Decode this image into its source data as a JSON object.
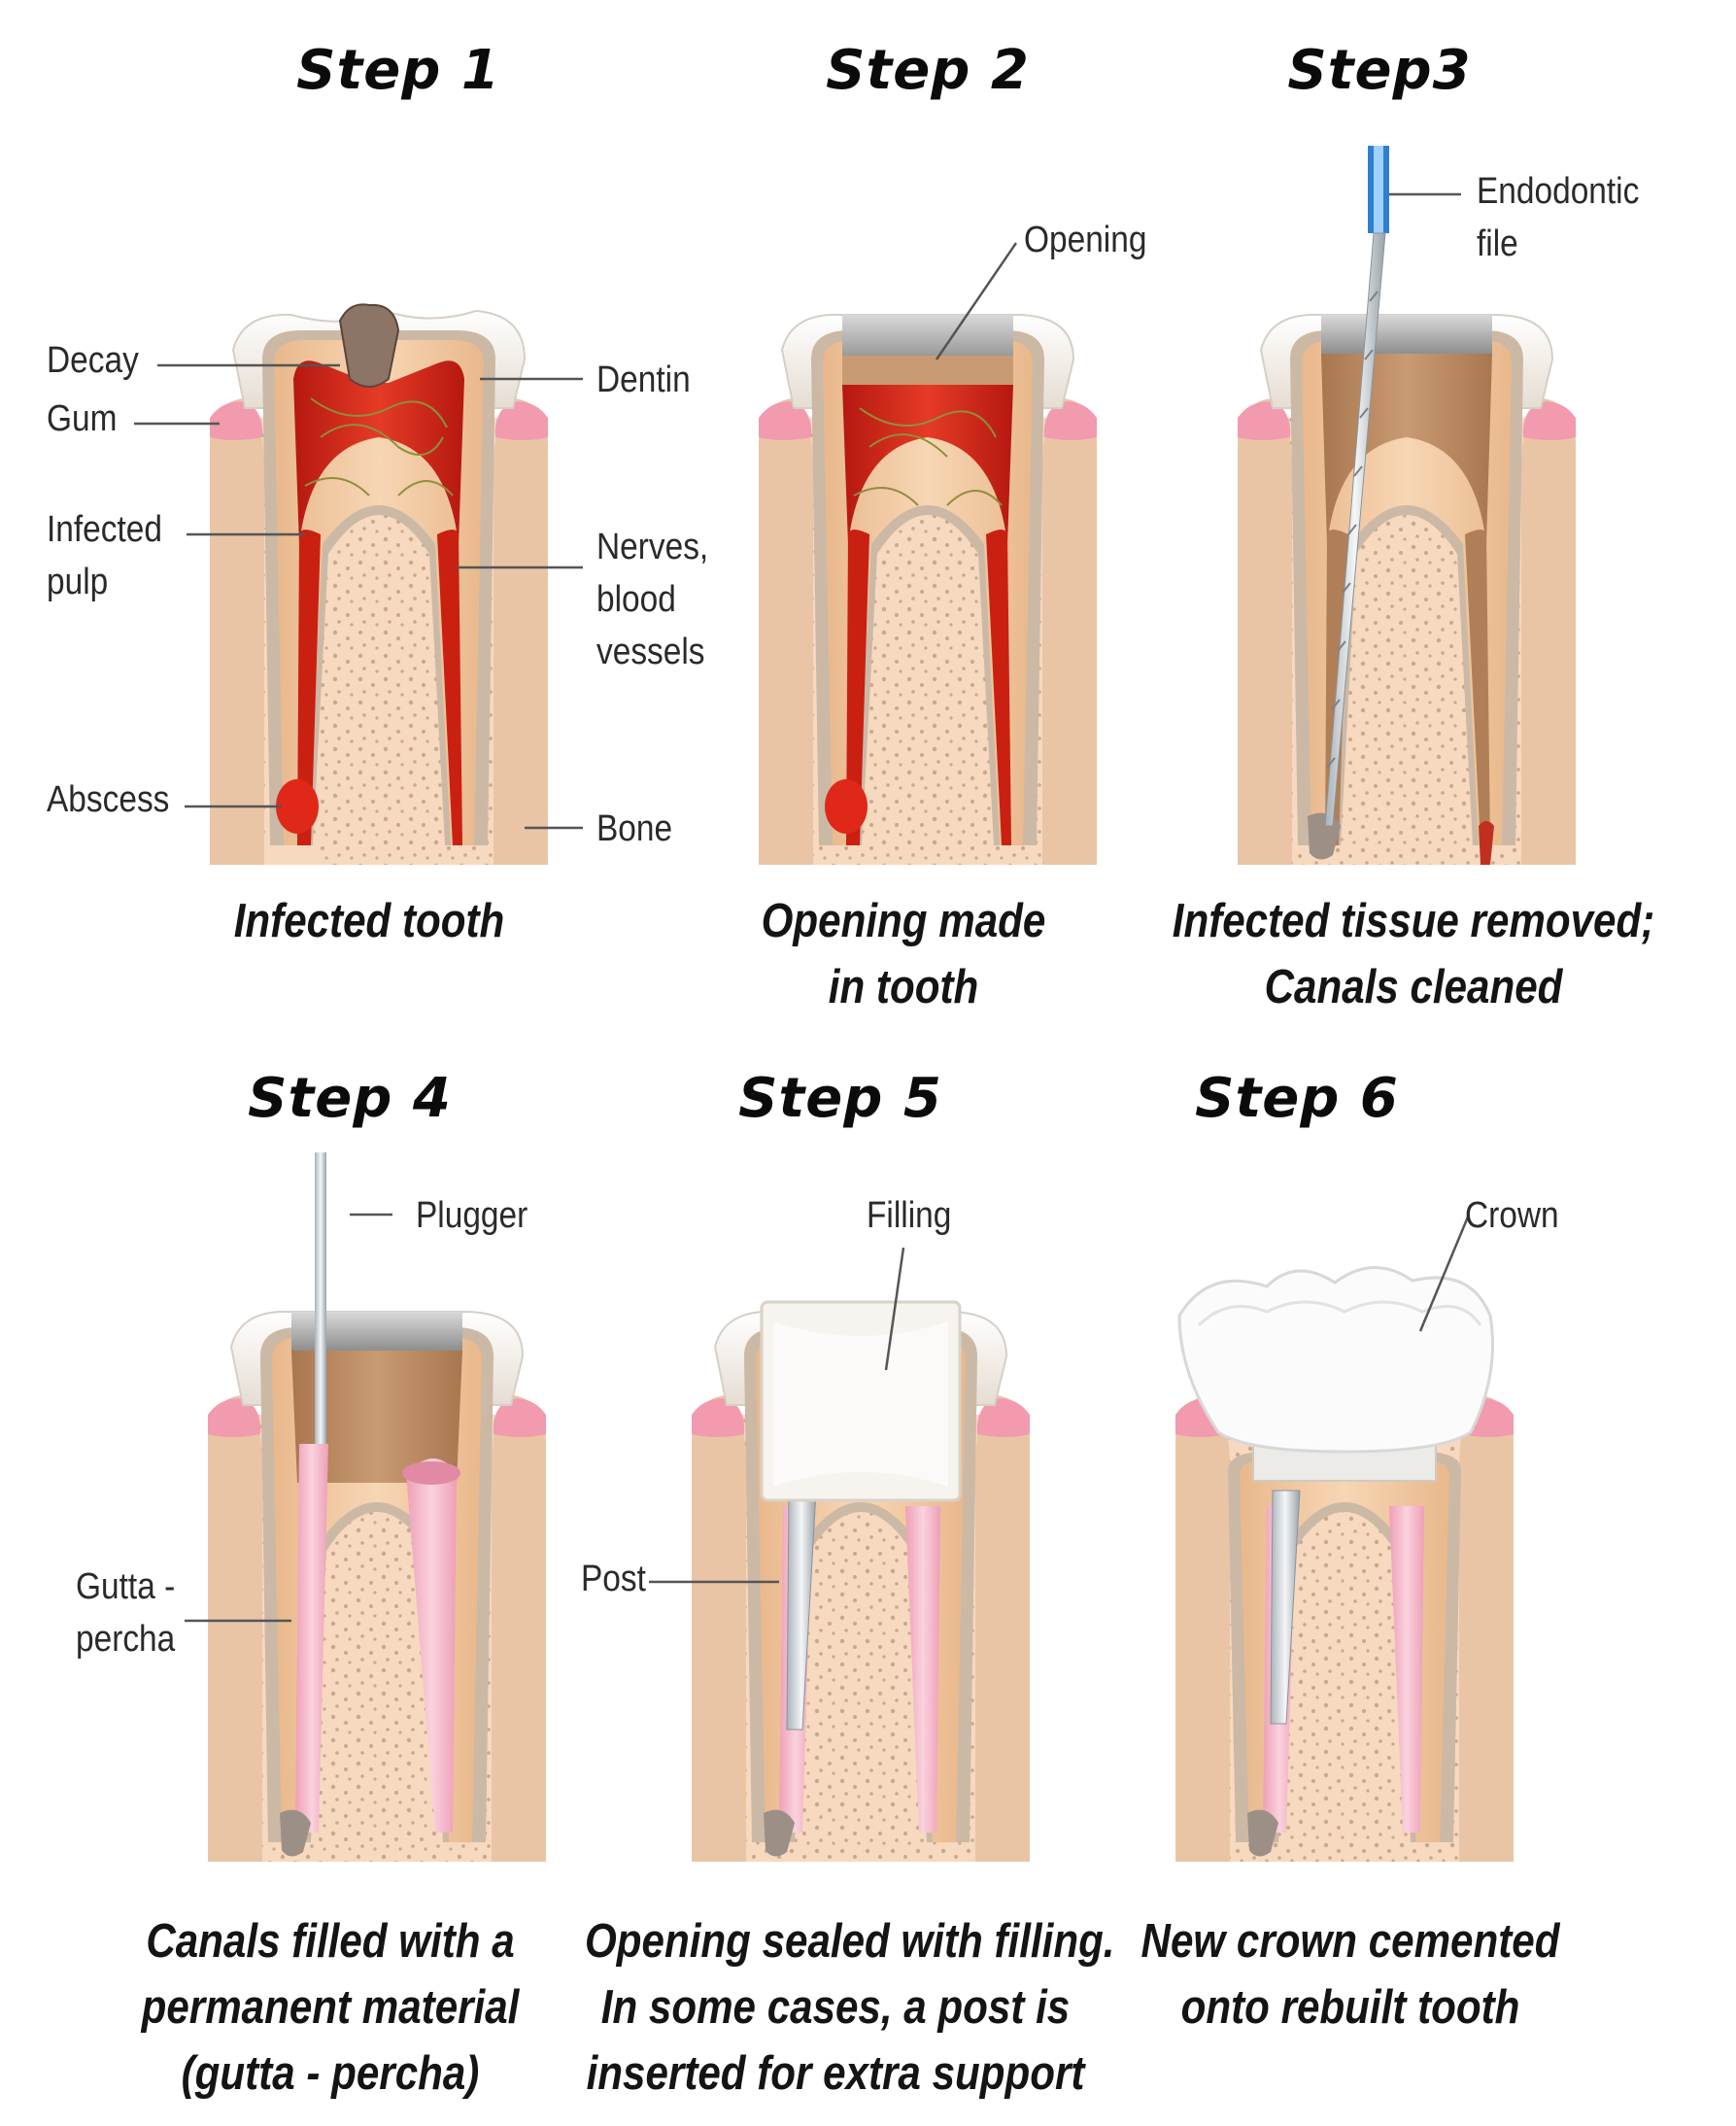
{
  "steps": [
    {
      "title": "Step 1",
      "caption": [
        "Infected tooth"
      ]
    },
    {
      "title": "Step 2",
      "caption": [
        "Opening made",
        "in tooth"
      ]
    },
    {
      "title": "Step3",
      "caption": [
        "Infected tissue removed;",
        "Canals cleaned"
      ]
    },
    {
      "title": "Step 4",
      "caption": [
        "Canals filled with a",
        "permanent material",
        "(gutta - percha)"
      ]
    },
    {
      "title": "Step 5",
      "caption": [
        "Opening sealed with filling.",
        "In some cases, a post is",
        "inserted for extra support"
      ]
    },
    {
      "title": "Step 6",
      "caption": [
        "New crown cemented",
        "onto rebuilt tooth"
      ]
    }
  ],
  "labels": {
    "decay": [
      "Decay"
    ],
    "gum": [
      "Gum"
    ],
    "infected_pulp": [
      "Infected",
      "pulp"
    ],
    "abscess": [
      "Abscess"
    ],
    "dentin": [
      "Dentin"
    ],
    "nerves": [
      "Nerves,",
      "blood",
      "vessels"
    ],
    "bone": [
      "Bone"
    ],
    "opening": [
      "Opening"
    ],
    "endodontic_file": [
      "Endodontic",
      "file"
    ],
    "plugger": [
      "Plugger"
    ],
    "gutta_percha": [
      "Gutta -",
      "percha"
    ],
    "filling": [
      "Filling"
    ],
    "post": [
      "Post"
    ],
    "crown": [
      "Crown"
    ]
  },
  "colors": {
    "bone": "#f6d9bf",
    "bone_dots": "#c9a88d",
    "gum": "#f29aae",
    "enamel": "#f2ece4",
    "dentin": "#f2c9a0",
    "pulp_infected": "#d7261a",
    "pulp_clean": "#b98a68",
    "gutta_percha": "#f4b6c8",
    "filling_grey": "#9a9a9a",
    "leader": "#555555"
  }
}
